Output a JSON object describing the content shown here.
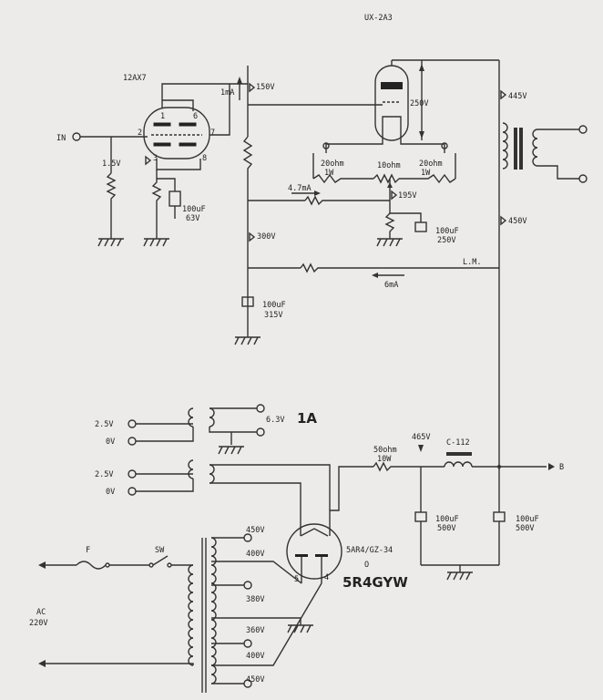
{
  "title": "UX-2A3",
  "driver_tube": "12AX7",
  "output_tube": "UX-2A3",
  "rectifier": "5AR4/GZ-34",
  "handwritten": {
    "o_mark": "O",
    "tube": "5R4GYW",
    "filament_current": "1A"
  },
  "labels": {
    "input": "IN",
    "v150": "150V",
    "i1ma": "1mA",
    "v1_5": "1.5V",
    "cap1_a": "100uF",
    "cap1_b": "63V",
    "i4_7": "4.7mA",
    "v195": "195V",
    "cap2_a": "100uF",
    "cap2_b": "250V",
    "v300": "300V",
    "cap3_a": "100uF",
    "cap3_b": "315V",
    "v250": "250V",
    "r20a_a": "20ohm",
    "r20a_b": "1W",
    "r10": "10ohm",
    "r20b_a": "20ohm",
    "r20b_b": "1W",
    "v445": "445V",
    "v450": "450V",
    "lm": "L.M.",
    "i6ma": "6mA",
    "fil_v": "6.3V",
    "sec_25a": "2.5V",
    "sec_0a": "0V",
    "sec_25b": "2.5V",
    "sec_0b": "0V",
    "tap450a": "450V",
    "tap400a": "400V",
    "tap380": "380V",
    "tap360": "360V",
    "tap400b": "400V",
    "tap450b": "450V",
    "fuse": "F",
    "switch": "SW",
    "ac": "AC",
    "ac_v": "220V",
    "v465": "465V",
    "r50_a": "50ohm",
    "r50_b": "10W",
    "choke": "C-112",
    "cap4_a": "100uF",
    "cap4_b": "500V",
    "cap5_a": "100uF",
    "cap5_b": "500V",
    "out_b": "B",
    "pin_1": "1",
    "pin_6": "6",
    "pin_2": "2",
    "pin_7": "7",
    "pin_3": "3",
    "pin_8": "8",
    "pin_5": "5",
    "pin_4": "4"
  }
}
